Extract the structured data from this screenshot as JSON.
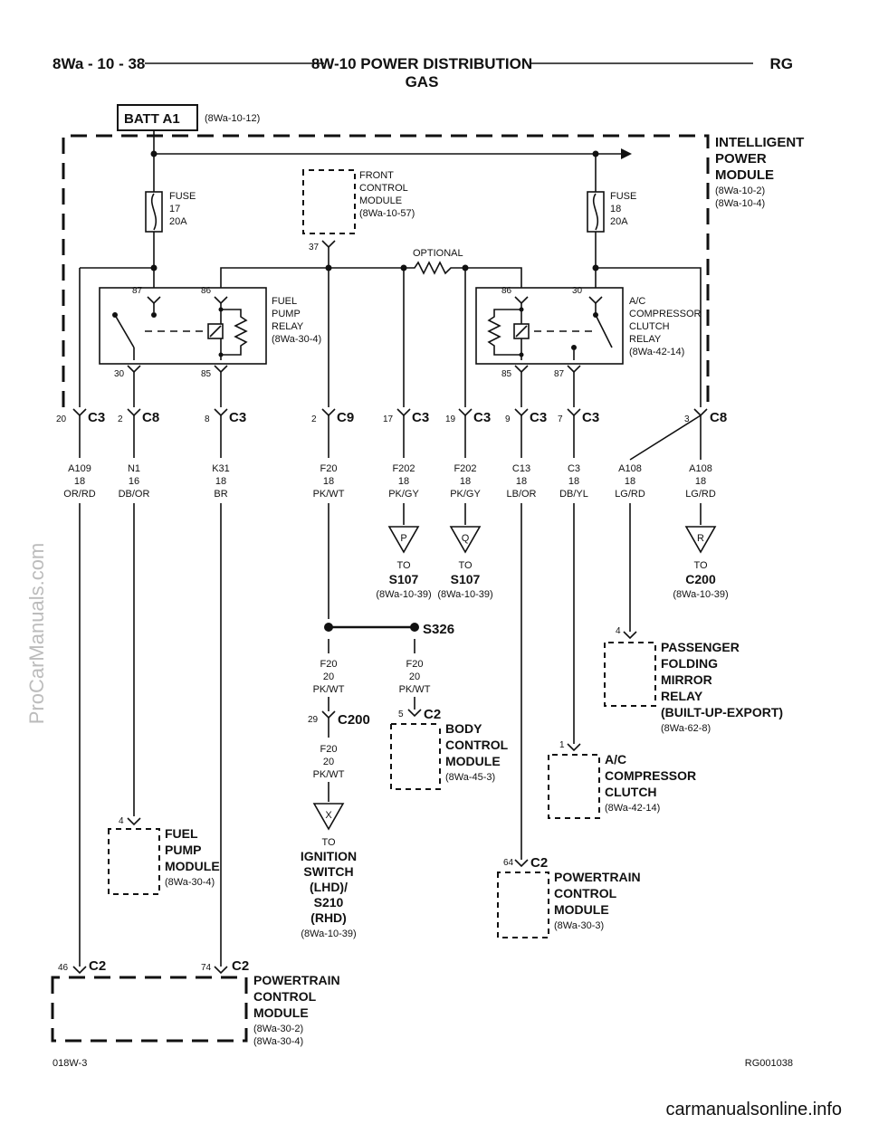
{
  "header": {
    "left": "8Wa - 10 - 38",
    "center_line1": "8W-10 POWER DISTRIBUTION",
    "center_line2": "GAS",
    "right": "RG"
  },
  "batt": {
    "label": "BATT A1",
    "ref": "(8Wa-10-12)"
  },
  "ipm": {
    "l1": "INTELLIGENT",
    "l2": "POWER",
    "l3": "MODULE",
    "r1": "(8Wa-10-2)",
    "r2": "(8Wa-10-4)"
  },
  "fuse17": {
    "l1": "FUSE",
    "l2": "17",
    "l3": "20A"
  },
  "fuse18": {
    "l1": "FUSE",
    "l2": "18",
    "l3": "20A"
  },
  "fcm": {
    "l1": "FRONT",
    "l2": "CONTROL",
    "l3": "MODULE",
    "l4": "(8Wa-10-57)",
    "pin": "37"
  },
  "optional": "OPTIONAL",
  "fpr": {
    "l1": "FUEL",
    "l2": "PUMP",
    "l3": "RELAY",
    "l4": "(8Wa-30-4)",
    "p87": "87",
    "p86": "86",
    "p30": "30",
    "p85": "85"
  },
  "acr": {
    "l1": "A/C",
    "l2": "COMPRESSOR",
    "l3": "CLUTCH",
    "l4": "RELAY",
    "l5": "(8Wa-42-14)",
    "p86": "86",
    "p30": "30",
    "p85": "85",
    "p87": "87"
  },
  "connectors": [
    {
      "pin": "20",
      "name": "C3"
    },
    {
      "pin": "2",
      "name": "C8"
    },
    {
      "pin": "8",
      "name": "C3"
    },
    {
      "pin": "2",
      "name": "C9"
    },
    {
      "pin": "17",
      "name": "C3"
    },
    {
      "pin": "19",
      "name": "C3"
    },
    {
      "pin": "9",
      "name": "C3"
    },
    {
      "pin": "7",
      "name": "C3"
    },
    {
      "pin": "3",
      "name": "C8"
    }
  ],
  "wires": [
    {
      "c": "A109",
      "g": "18",
      "col": "OR/RD"
    },
    {
      "c": "N1",
      "g": "16",
      "col": "DB/OR"
    },
    {
      "c": "K31",
      "g": "18",
      "col": "BR"
    },
    {
      "c": "F20",
      "g": "18",
      "col": "PK/WT"
    },
    {
      "c": "F202",
      "g": "18",
      "col": "PK/GY"
    },
    {
      "c": "F202",
      "g": "18",
      "col": "PK/GY"
    },
    {
      "c": "C13",
      "g": "18",
      "col": "LB/OR"
    },
    {
      "c": "C3",
      "g": "18",
      "col": "DB/YL"
    },
    {
      "c": "A108",
      "g": "18",
      "col": "LG/RD"
    },
    {
      "c": "A108",
      "g": "18",
      "col": "LG/RD"
    }
  ],
  "to_p": {
    "letter": "P",
    "to": "TO",
    "dest": "S107",
    "ref": "(8Wa-10-39)"
  },
  "to_q": {
    "letter": "Q",
    "to": "TO",
    "dest": "S107",
    "ref": "(8Wa-10-39)"
  },
  "to_r": {
    "letter": "R",
    "to": "TO",
    "dest": "C200",
    "ref": "(8Wa-10-39)"
  },
  "s326": "S326",
  "f20a": {
    "c": "F20",
    "g": "20",
    "col": "PK/WT"
  },
  "f20b": {
    "c": "F20",
    "g": "20",
    "col": "PK/WT"
  },
  "f20c": {
    "c": "F20",
    "g": "20",
    "col": "PK/WT"
  },
  "c200": {
    "pin": "29",
    "name": "C200"
  },
  "bcm": {
    "pin": "5",
    "conn": "C2",
    "l1": "BODY",
    "l2": "CONTROL",
    "l3": "MODULE",
    "ref": "(8Wa-45-3)"
  },
  "to_x": {
    "letter": "X",
    "to": "TO",
    "l1": "IGNITION",
    "l2": "SWITCH",
    "l3": "(LHD)/",
    "l4": "S210",
    "l5": "(RHD)",
    "ref": "(8Wa-10-39)"
  },
  "pfmr": {
    "pin": "4",
    "l1": "PASSENGER",
    "l2": "FOLDING",
    "l3": "MIRROR",
    "l4": "RELAY",
    "l5": "(BUILT-UP-EXPORT)",
    "ref": "(8Wa-62-8)"
  },
  "acc": {
    "pin": "1",
    "l1": "A/C",
    "l2": "COMPRESSOR",
    "l3": "CLUTCH",
    "ref": "(8Wa-42-14)"
  },
  "fpm": {
    "pin": "4",
    "l1": "FUEL",
    "l2": "PUMP",
    "l3": "MODULE",
    "ref": "(8Wa-30-4)"
  },
  "pcm1": {
    "pin": "64",
    "conn": "C2",
    "l1": "POWERTRAIN",
    "l2": "CONTROL",
    "l3": "MODULE",
    "ref": "(8Wa-30-3)"
  },
  "pcm2": {
    "pin1": "46",
    "conn1": "C2",
    "pin2": "74",
    "conn2": "C2",
    "l1": "POWERTRAIN",
    "l2": "CONTROL",
    "l3": "MODULE",
    "r1": "(8Wa-30-2)",
    "r2": "(8Wa-30-4)"
  },
  "footer": {
    "left": "018W-3",
    "right": "RG001038"
  },
  "watermark": {
    "side": "ProCarManuals.com",
    "bottom": "carmanualsonline.info"
  }
}
